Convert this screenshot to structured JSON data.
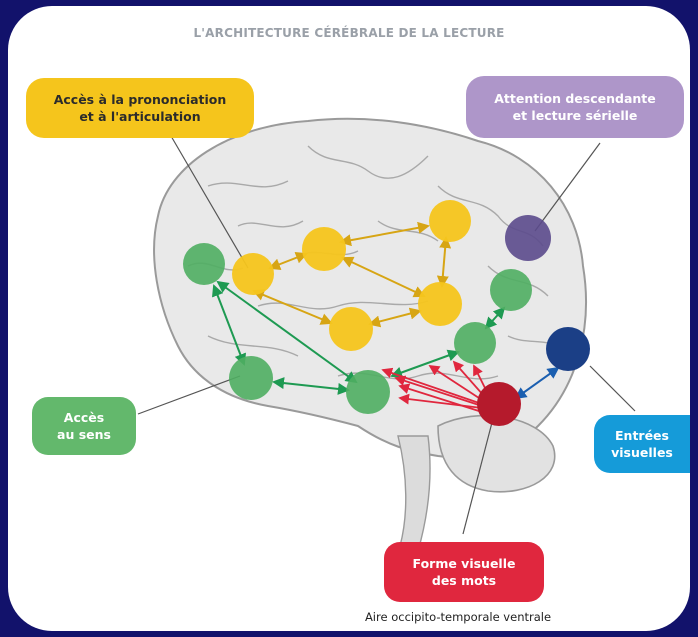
{
  "title": "L'ARCHITECTURE CÉRÉBRALE DE LA LECTURE",
  "labels": {
    "pronunciation": "Accès à la prononciation\net à l'articulation",
    "attention": "Attention descendante\net lecture sérielle",
    "meaning": "Accès\nau sens",
    "visual_input": "Entrées\nvisuelles",
    "word_form": "Forme visuelle\ndes mots"
  },
  "caption": "Aire occipito-temporale ventrale",
  "colors": {
    "background": "#12126b",
    "yellow": "#f5c51c",
    "purple": "#ae96c9",
    "green": "#63b86c",
    "blue": "#159bd9",
    "red": "#e0273e",
    "dark_blue_node": "#1b3f86",
    "dark_purple_node": "#5b4a8c",
    "dark_red_node": "#b51a2c"
  }
}
